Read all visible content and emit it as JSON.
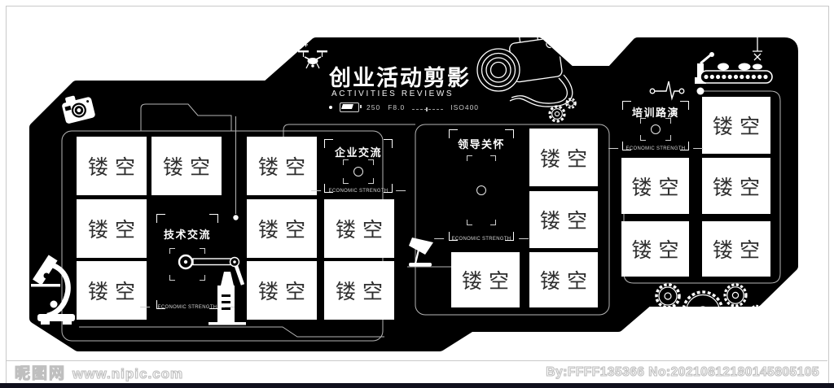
{
  "page": {
    "background": "#ffffff",
    "border_color": "#c9c9c9",
    "bottom_strip_color": "#10101d"
  },
  "design": {
    "panel_color": "#000000",
    "header": {
      "title": "创业活动剪影",
      "subtitle": "ACTIVITIES REVIEWS",
      "settings": {
        "shutter": "250",
        "aperture": "F8.0",
        "iso": "ISO400"
      }
    },
    "sections": [
      {
        "id": "tech",
        "title": "技术交流",
        "tagline": "ECONOMIC STRENGTH"
      },
      {
        "id": "enterprise",
        "title": "企业交流",
        "tagline": "ECONOMIC STRENGTH"
      },
      {
        "id": "leadership",
        "title": "领导关怀",
        "tagline": "ECONOMIC STRENGTH"
      },
      {
        "id": "training",
        "title": "培训路演",
        "tagline": "ECONOMIC STRENGTH"
      }
    ],
    "frames": {
      "placeholder_label": "镂空",
      "count": 18,
      "labels": [
        "镂空",
        "镂空",
        "镂空",
        "镂空",
        "镂空",
        "镂空",
        "镂空",
        "镂空",
        "镂空",
        "镂空",
        "镂空",
        "镂空",
        "镂空",
        "镂空",
        "镂空",
        "镂空",
        "镂空",
        "镂空"
      ]
    },
    "icons": [
      "compact-camera-icon",
      "drone-icon",
      "dslr-camera-icon",
      "gear-icon",
      "microscope-icon",
      "robot-arm-icon",
      "desk-lamp-icon",
      "heartbeat-icon",
      "conveyor-belt-icon",
      "crane-hook-icon",
      "battery-icon"
    ],
    "colors": {
      "frame_fill": "#ffffff",
      "frame_text": "#2e2e2e",
      "line": "#e2e2e2",
      "text": "#ffffff"
    }
  },
  "watermark": {
    "site_name": "昵图网",
    "site_url": "www.nipic.com",
    "credit": "By:FFFF135366 No:20210812180145805105"
  }
}
